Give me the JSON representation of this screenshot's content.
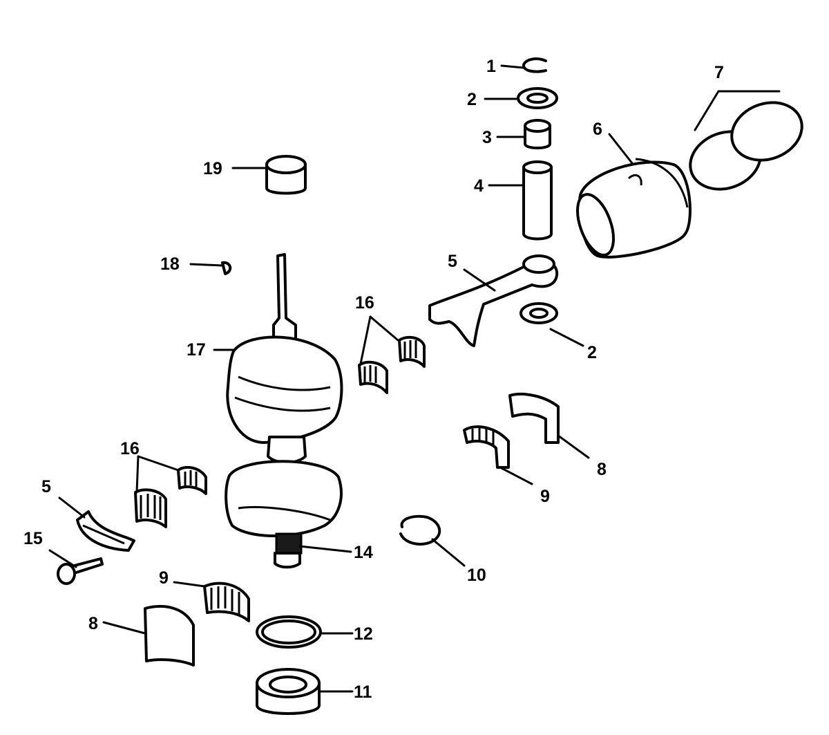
{
  "callouts": {
    "c1": "1",
    "c2a": "2",
    "c2b": "2",
    "c3": "3",
    "c4": "4",
    "c5a": "5",
    "c5b": "5",
    "c6": "6",
    "c7": "7",
    "c8a": "8",
    "c8b": "8",
    "c9a": "9",
    "c9b": "9",
    "c10": "10",
    "c11": "11",
    "c12": "12",
    "c14": "14",
    "c15": "15",
    "c16a": "16",
    "c16b": "16",
    "c17": "17",
    "c18": "18",
    "c19": "19"
  },
  "colors": {
    "ink": "#000000",
    "paper": "#ffffff"
  }
}
